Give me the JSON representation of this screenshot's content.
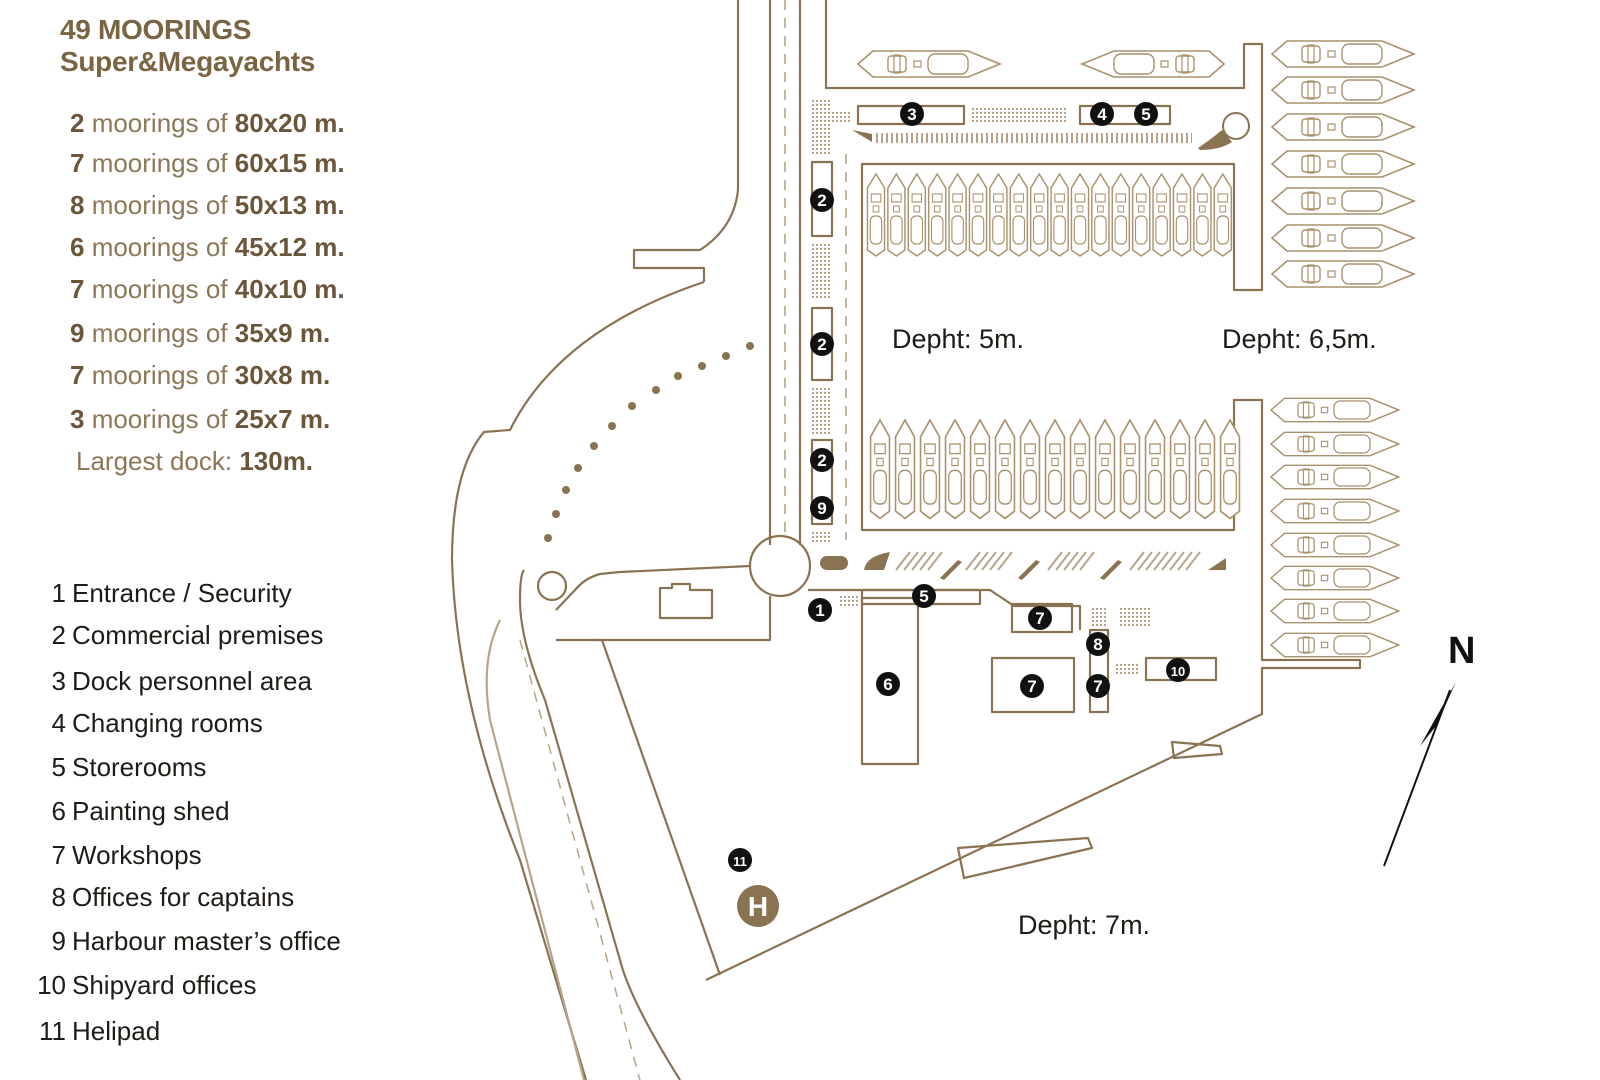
{
  "heading": {
    "line1": "49 MOORINGS",
    "line2": "Super&Megayachts"
  },
  "moorings": [
    {
      "count": "2",
      "middle": " moorings of ",
      "size": "80x20 m."
    },
    {
      "count": "7",
      "middle": " moorings of ",
      "size": "60x15 m."
    },
    {
      "count": "8",
      "middle": " moorings of ",
      "size": "50x13 m."
    },
    {
      "count": "6",
      "middle": " moorings of ",
      "size": "45x12 m."
    },
    {
      "count": "7",
      "middle": " moorings of ",
      "size": "40x10 m."
    },
    {
      "count": "9",
      "middle": " moorings of ",
      "size": "35x9 m."
    },
    {
      "count": "7",
      "middle": " moorings of ",
      "size": "30x8 m."
    },
    {
      "count": "3",
      "middle": " moorings of ",
      "size": "25x7 m."
    }
  ],
  "largest": {
    "label": "Largest dock: ",
    "value": "130m."
  },
  "legend": [
    {
      "num": "1",
      "label": "Entrance / Security"
    },
    {
      "num": "2",
      "label": "Commercial premises"
    },
    {
      "num": "3",
      "label": "Dock personnel area"
    },
    {
      "num": "4",
      "label": "Changing rooms"
    },
    {
      "num": "5",
      "label": "Storerooms"
    },
    {
      "num": "6",
      "label": "Painting shed"
    },
    {
      "num": "7",
      "label": "Workshops"
    },
    {
      "num": "8",
      "label": "Offices for captains"
    },
    {
      "num": "9",
      "label": "Harbour master’s office"
    },
    {
      "num": "10",
      "label": "Shipyard offices"
    },
    {
      "num": "11",
      "label": "Helipad"
    }
  ],
  "depths": {
    "inner": "Depht: 5m.",
    "outer": "Depht: 6,5m.",
    "south": "Depht: 7m."
  },
  "north": "N",
  "helipad_letter": "H",
  "markers": [
    {
      "n": "1"
    },
    {
      "n": "2"
    },
    {
      "n": "2"
    },
    {
      "n": "2"
    },
    {
      "n": "3"
    },
    {
      "n": "4"
    },
    {
      "n": "5"
    },
    {
      "n": "5"
    },
    {
      "n": "6"
    },
    {
      "n": "7"
    },
    {
      "n": "7"
    },
    {
      "n": "7"
    },
    {
      "n": "8"
    },
    {
      "n": "9"
    },
    {
      "n": "10"
    },
    {
      "n": "11"
    }
  ],
  "colors": {
    "line": "#8a7350",
    "line_light": "#b7a488",
    "accent": "#8a7350",
    "marker": "#111111"
  },
  "icons": {
    "north": "north-arrow-icon",
    "helipad": "helipad-icon",
    "yacht": "yacht-icon"
  }
}
